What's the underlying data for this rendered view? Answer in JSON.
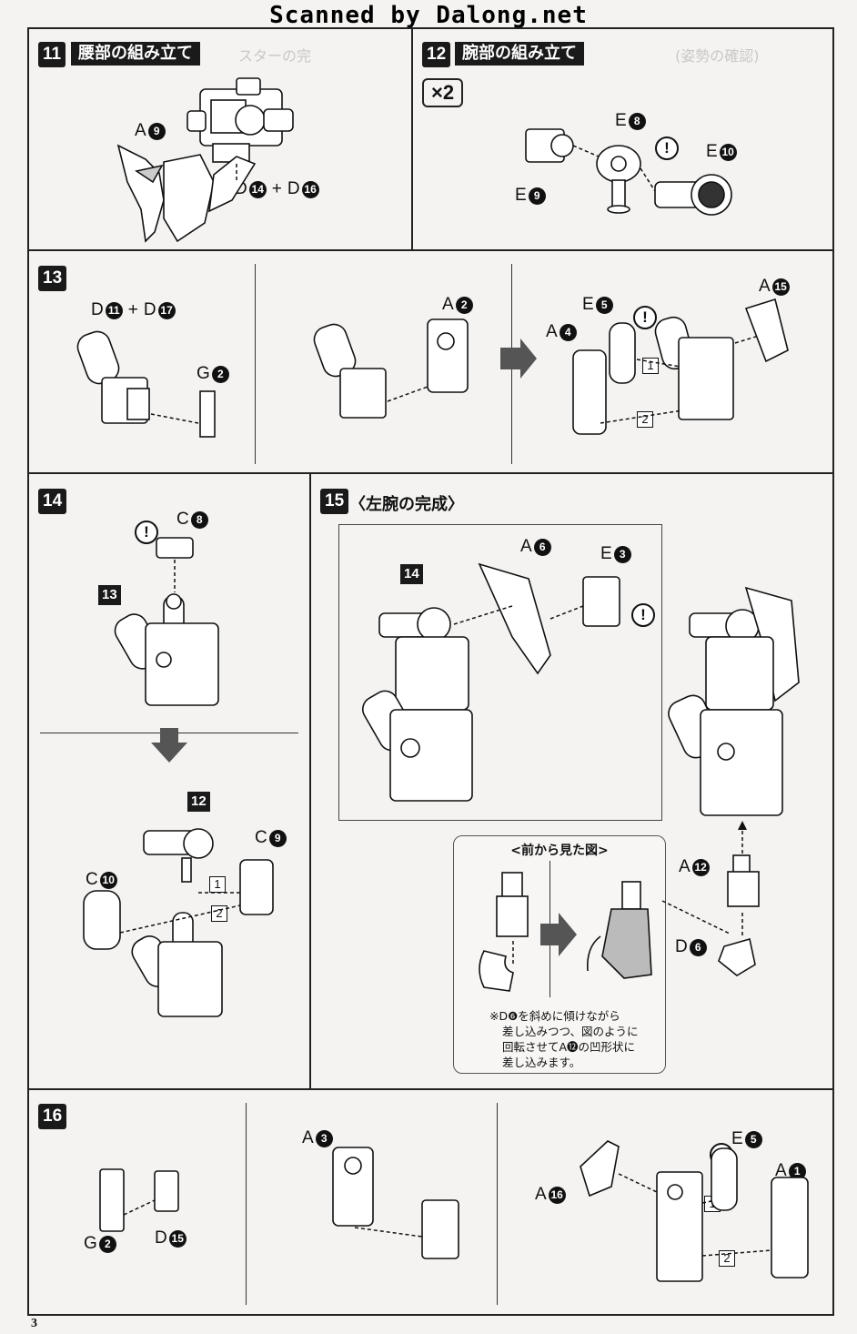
{
  "watermark": "Scanned by Dalong.net",
  "page_number": "3",
  "step11": {
    "number": "11",
    "title": "腰部の組み立て",
    "labels": [
      {
        "letter": "A",
        "num": "9"
      },
      {
        "letter": "D",
        "num": "14"
      },
      {
        "letter": "D",
        "num": "16"
      }
    ],
    "plus": "+"
  },
  "step12": {
    "number": "12",
    "title": "腕部の組み立て",
    "multiplier": "×2",
    "labels": [
      {
        "letter": "E",
        "num": "8"
      },
      {
        "letter": "E",
        "num": "10"
      },
      {
        "letter": "E",
        "num": "9"
      }
    ],
    "warning": "!"
  },
  "step13": {
    "number": "13",
    "labels": [
      {
        "letter": "D",
        "num": "11"
      },
      {
        "letter": "D",
        "num": "17"
      },
      {
        "letter": "G",
        "num": "2"
      },
      {
        "letter": "A",
        "num": "2"
      },
      {
        "letter": "A",
        "num": "4"
      },
      {
        "letter": "E",
        "num": "5"
      },
      {
        "letter": "A",
        "num": "15"
      }
    ],
    "plus": "+",
    "order": [
      "1",
      "2"
    ],
    "warning": "!"
  },
  "step14": {
    "number": "14",
    "labels": [
      {
        "letter": "C",
        "num": "8"
      },
      {
        "letter": "C",
        "num": "9"
      },
      {
        "letter": "C",
        "num": "10"
      }
    ],
    "refs": [
      "13",
      "12"
    ],
    "order": [
      "1",
      "2"
    ],
    "warning": "!"
  },
  "step15": {
    "number": "15",
    "title": "〈左腕の完成〉",
    "ref": "14",
    "labels": [
      {
        "letter": "A",
        "num": "6"
      },
      {
        "letter": "E",
        "num": "3"
      },
      {
        "letter": "A",
        "num": "12"
      },
      {
        "letter": "D",
        "num": "6"
      }
    ],
    "warning": "!",
    "note_title": "<前から見た図>",
    "note_lines": [
      "※D❻を斜めに傾けながら",
      "差し込みつつ、図のように",
      "回転させてA⓬の凹形状に",
      "差し込みます。"
    ]
  },
  "step16": {
    "number": "16",
    "labels": [
      {
        "letter": "G",
        "num": "2"
      },
      {
        "letter": "D",
        "num": "15"
      },
      {
        "letter": "A",
        "num": "3"
      },
      {
        "letter": "A",
        "num": "16"
      },
      {
        "letter": "E",
        "num": "5"
      },
      {
        "letter": "A",
        "num": "1"
      }
    ],
    "order": [
      "1",
      "2"
    ],
    "warning": "!"
  }
}
